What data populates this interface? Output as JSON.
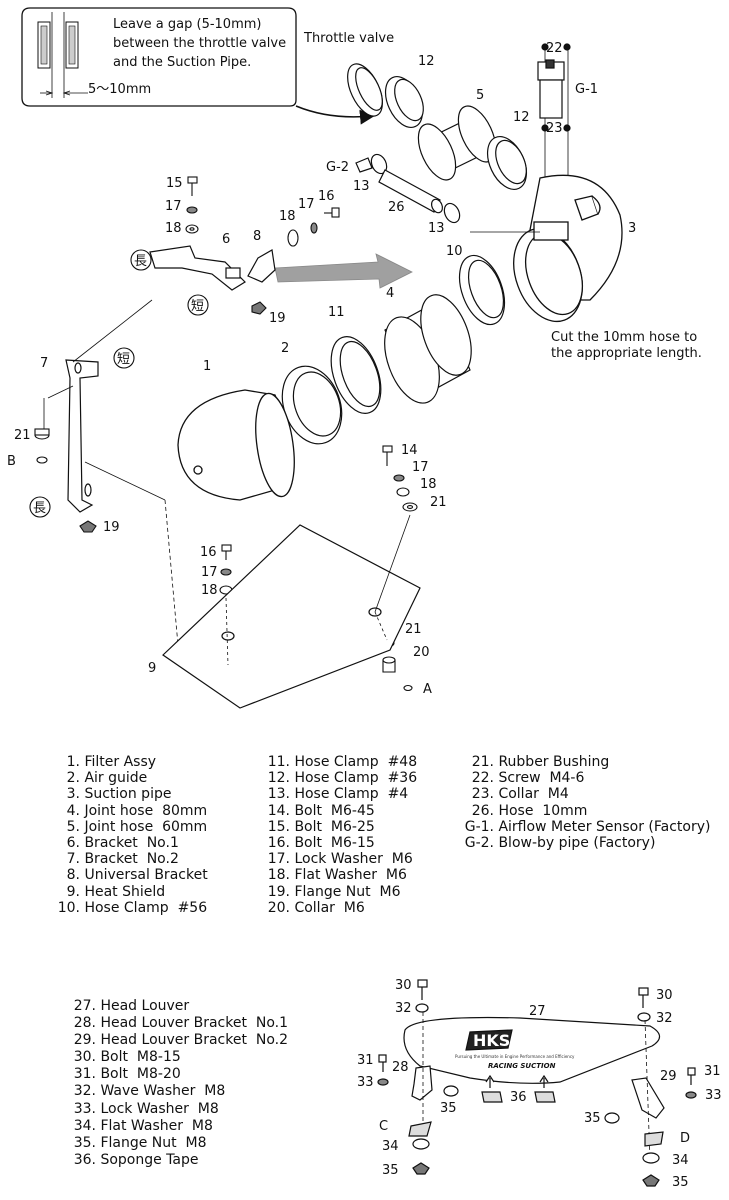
{
  "notes": {
    "gap_note": [
      "Leave a gap (5-10mm)",
      "between the throttle valve",
      "and the Suction Pipe."
    ],
    "gap_dim": "5～10mm",
    "throttle_valve": "Throttle valve",
    "cut_hose": [
      "Cut the 10mm hose to",
      "the appropriate length."
    ]
  },
  "callouts": {
    "n1": "1",
    "n2": "2",
    "n3": "3",
    "n4": "4",
    "n5": "5",
    "n6": "6",
    "n7": "7",
    "n8": "8",
    "n9": "9",
    "n10": "10",
    "n11": "11",
    "n12a": "12",
    "n12b": "12",
    "n13a": "13",
    "n13b": "13",
    "n14": "14",
    "n15": "15",
    "n16a": "16",
    "n16b": "16",
    "n17a": "17",
    "n17b": "17",
    "n17c": "17",
    "n18a": "18",
    "n18b": "18",
    "n18c": "18",
    "n19a": "19",
    "n19b": "19",
    "n20": "20",
    "n21a": "21",
    "n21b": "21",
    "n21c": "21",
    "n22": "22",
    "n23": "23",
    "n26": "26",
    "g1": "G-1",
    "g2": "G-2",
    "A": "A",
    "B": "B",
    "C": "C",
    "D": "D",
    "n27": "27",
    "n28": "28",
    "n29": "29",
    "n30a": "30",
    "n30b": "30",
    "n31a": "31",
    "n31b": "31",
    "n32a": "32",
    "n32b": "32",
    "n33a": "33",
    "n33b": "33",
    "n34a": "34",
    "n34b": "34",
    "n35a": "35",
    "n35b": "35",
    "n35c": "35",
    "n35d": "35",
    "n36": "36",
    "kanji_long_a": "長",
    "kanji_short_a": "短",
    "kanji_short_b": "短",
    "kanji_long_b": "長"
  },
  "brand": {
    "logo": "HKS",
    "tagline": "Pursuing the Ultimate in Engine Performance and Efficiency",
    "product": "RACING SUCTION"
  },
  "parts_list_1": [
    {
      "num": "1.",
      "name": "Filter Assy"
    },
    {
      "num": "2.",
      "name": "Air guide"
    },
    {
      "num": "3.",
      "name": "Suction pipe"
    },
    {
      "num": "4.",
      "name": "Joint hose  80mm"
    },
    {
      "num": "5.",
      "name": "Joint hose  60mm"
    },
    {
      "num": "6.",
      "name": "Bracket  No.1"
    },
    {
      "num": "7.",
      "name": "Bracket  No.2"
    },
    {
      "num": "8.",
      "name": "Universal Bracket"
    },
    {
      "num": "9.",
      "name": "Heat Shield"
    },
    {
      "num": "10.",
      "name": "Hose Clamp  #56"
    }
  ],
  "parts_list_2": [
    {
      "num": "11.",
      "name": "Hose Clamp  #48"
    },
    {
      "num": "12.",
      "name": "Hose Clamp  #36"
    },
    {
      "num": "13.",
      "name": "Hose Clamp  #4"
    },
    {
      "num": "14.",
      "name": "Bolt  M6-45"
    },
    {
      "num": "15.",
      "name": "Bolt  M6-25"
    },
    {
      "num": "16.",
      "name": "Bolt  M6-15"
    },
    {
      "num": "17.",
      "name": "Lock Washer  M6"
    },
    {
      "num": "18.",
      "name": "Flat Washer  M6"
    },
    {
      "num": "19.",
      "name": "Flange Nut  M6"
    },
    {
      "num": "20.",
      "name": "Collar  M6"
    }
  ],
  "parts_list_3": [
    {
      "num": "21.",
      "name": "Rubber Bushing"
    },
    {
      "num": "22.",
      "name": "Screw  M4-6"
    },
    {
      "num": "23.",
      "name": "Collar  M4"
    },
    {
      "num": "26.",
      "name": "Hose  10mm"
    },
    {
      "num": "G-1.",
      "name": "Airflow Meter Sensor (Factory)"
    },
    {
      "num": "G-2.",
      "name": "Blow-by pipe (Factory)"
    }
  ],
  "parts_list_4": [
    {
      "num": "27.",
      "name": "Head Louver"
    },
    {
      "num": "28.",
      "name": "Head Louver Bracket  No.1"
    },
    {
      "num": "29.",
      "name": "Head Louver Bracket  No.2"
    },
    {
      "num": "30.",
      "name": "Bolt  M8-15"
    },
    {
      "num": "31.",
      "name": "Bolt  M8-20"
    },
    {
      "num": "32.",
      "name": "Wave Washer  M8"
    },
    {
      "num": "33.",
      "name": "Lock Washer  M8"
    },
    {
      "num": "34.",
      "name": "Flat Washer  M8"
    },
    {
      "num": "35.",
      "name": "Flange Nut  M8"
    },
    {
      "num": "36.",
      "name": "Soponge Tape"
    }
  ],
  "colors": {
    "line": "#111111",
    "arrow": "#9a9a9a",
    "background": "#ffffff"
  }
}
